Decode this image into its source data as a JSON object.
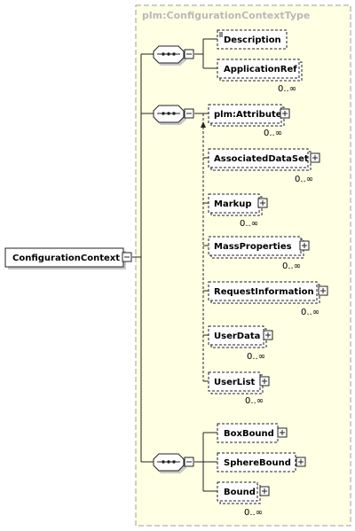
{
  "type_name": "plm:ConfigurationContextType",
  "root": {
    "label": "ConfigurationContext"
  },
  "group1": {
    "items": [
      {
        "label": "Description",
        "occurrence": ""
      },
      {
        "label": "ApplicationRef",
        "occurrence": "0..∞"
      }
    ]
  },
  "group2": {
    "items": [
      {
        "label": "plm:Attribute",
        "occurrence": "0..∞"
      },
      {
        "label": "AssociatedDataSet",
        "occurrence": "0..∞"
      },
      {
        "label": "Markup",
        "occurrence": "0..∞"
      },
      {
        "label": "MassProperties",
        "occurrence": "0..∞"
      },
      {
        "label": "RequestInformation",
        "occurrence": "0..∞"
      },
      {
        "label": "UserData",
        "occurrence": "0..∞"
      },
      {
        "label": "UserList",
        "occurrence": "0..∞"
      }
    ]
  },
  "group3": {
    "items": [
      {
        "label": "BoxBound",
        "occurrence": ""
      },
      {
        "label": "SphereBound",
        "occurrence": ""
      },
      {
        "label": "Bound",
        "occurrence": "0..∞"
      }
    ]
  }
}
